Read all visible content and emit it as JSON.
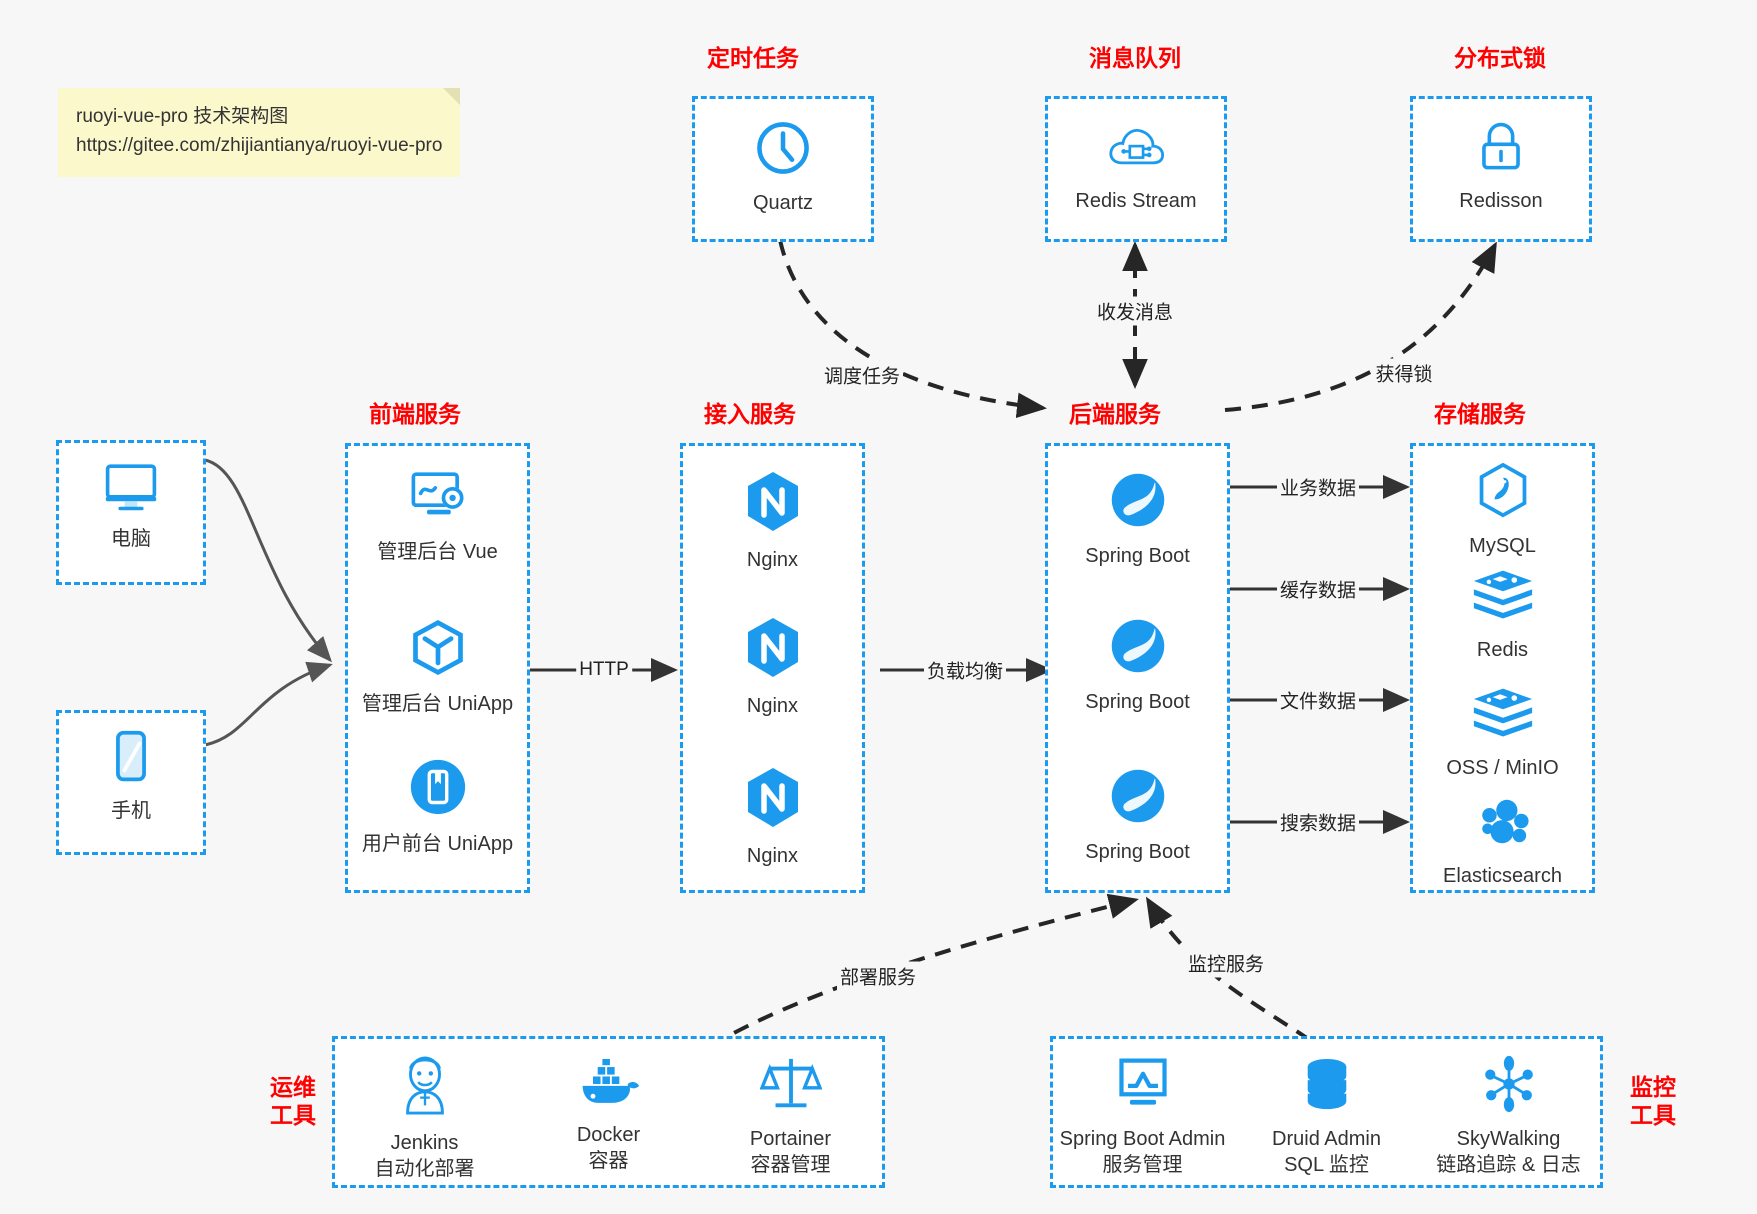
{
  "note": {
    "line1": "ruoyi-vue-pro 技术架构图",
    "line2": "https://gitee.com/zhijiantianya/ruoyi-vue-pro"
  },
  "colors": {
    "accent_blue": "#1b9aee",
    "title_red": "#ff0000",
    "note_bg": "#fbf8cc",
    "page_bg": "#f7f7f7",
    "text": "#333333",
    "arrow": "#333333",
    "client_arrow": "#555555"
  },
  "groups": {
    "scheduler": {
      "title": "定时任务",
      "nodes": [
        {
          "label": "Quartz",
          "icon": "clock-icon"
        }
      ]
    },
    "mq": {
      "title": "消息队列",
      "nodes": [
        {
          "label": "Redis Stream",
          "icon": "cloud-network-icon"
        }
      ]
    },
    "lock": {
      "title": "分布式锁",
      "nodes": [
        {
          "label": "Redisson",
          "icon": "lock-icon"
        }
      ]
    },
    "clients": {
      "pc": {
        "label": "电脑",
        "icon": "desktop-monitor-icon"
      },
      "mobile": {
        "label": "手机",
        "icon": "smartphone-icon"
      }
    },
    "frontend": {
      "title": "前端服务",
      "nodes": [
        {
          "label": "管理后台 Vue",
          "icon": "dashboard-settings-icon"
        },
        {
          "label": "管理后台 UniApp",
          "icon": "hexagon-cube-icon"
        },
        {
          "label": "用户前台 UniApp",
          "icon": "mobile-app-icon"
        }
      ]
    },
    "gateway": {
      "title": "接入服务",
      "nodes": [
        {
          "label": "Nginx",
          "icon": "nginx-icon"
        },
        {
          "label": "Nginx",
          "icon": "nginx-icon"
        },
        {
          "label": "Nginx",
          "icon": "nginx-icon"
        }
      ]
    },
    "backend": {
      "title": "后端服务",
      "nodes": [
        {
          "label": "Spring Boot",
          "icon": "spring-leaf-icon"
        },
        {
          "label": "Spring Boot",
          "icon": "spring-leaf-icon"
        },
        {
          "label": "Spring Boot",
          "icon": "spring-leaf-icon"
        }
      ]
    },
    "storage": {
      "title": "存储服务",
      "nodes": [
        {
          "label": "MySQL",
          "icon": "mysql-dolphin-icon"
        },
        {
          "label": "Redis",
          "icon": "redis-stack-icon"
        },
        {
          "label": "OSS / MinIO",
          "icon": "redis-stack-icon"
        },
        {
          "label": "Elasticsearch",
          "icon": "elasticsearch-icon"
        }
      ]
    },
    "devops": {
      "title_line1": "运维",
      "title_line2": "工具",
      "nodes": [
        {
          "label": "Jenkins",
          "sublabel": "自动化部署",
          "icon": "jenkins-butler-icon"
        },
        {
          "label": "Docker",
          "sublabel": "容器",
          "icon": "docker-whale-icon"
        },
        {
          "label": "Portainer",
          "sublabel": "容器管理",
          "icon": "balance-scale-icon"
        }
      ]
    },
    "monitor": {
      "title_line1": "监控",
      "title_line2": "工具",
      "nodes": [
        {
          "label": "Spring Boot Admin",
          "sublabel": "服务管理",
          "icon": "monitor-chart-icon"
        },
        {
          "label": "Druid Admin",
          "sublabel": "SQL 监控",
          "icon": "database-stack-icon"
        },
        {
          "label": "SkyWalking",
          "sublabel": "链路追踪 & 日志",
          "icon": "skywalking-node-icon"
        }
      ]
    }
  },
  "edges": [
    {
      "id": "http",
      "label": "HTTP"
    },
    {
      "id": "load-balance",
      "label": "负载均衡"
    },
    {
      "id": "schedule-task",
      "label": "调度任务"
    },
    {
      "id": "send-receive-message",
      "label": "收发消息"
    },
    {
      "id": "acquire-lock",
      "label": "获得锁"
    },
    {
      "id": "business-data",
      "label": "业务数据"
    },
    {
      "id": "cache-data",
      "label": "缓存数据"
    },
    {
      "id": "file-data",
      "label": "文件数据"
    },
    {
      "id": "search-data",
      "label": "搜索数据"
    },
    {
      "id": "deploy-service",
      "label": "部署服务"
    },
    {
      "id": "monitor-service",
      "label": "监控服务"
    }
  ]
}
